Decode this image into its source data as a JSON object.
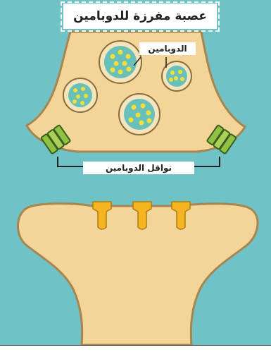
{
  "diagram": {
    "title": "عصبة مفرزة للدوبامين",
    "vesicle_label": "الدوبامين",
    "transporter_label": "نواقل الدوبامين"
  },
  "colors": {
    "background": "#6fc3c7",
    "neuron_fill": "#f3d59a",
    "neuron_outline": "#a8854e",
    "vesicle_fill": "#67c0b9",
    "vesicle_ring": "#f6e4bd",
    "dopamine_dot": "#f3de3a",
    "transporter_green": "#8fc143",
    "receptor_orange": "#f5b520"
  },
  "icons": {
    "transporter_left": "transporter-icon",
    "transporter_right": "transporter-icon",
    "receptors": [
      "receptor-icon",
      "receptor-icon",
      "receptor-icon"
    ]
  }
}
